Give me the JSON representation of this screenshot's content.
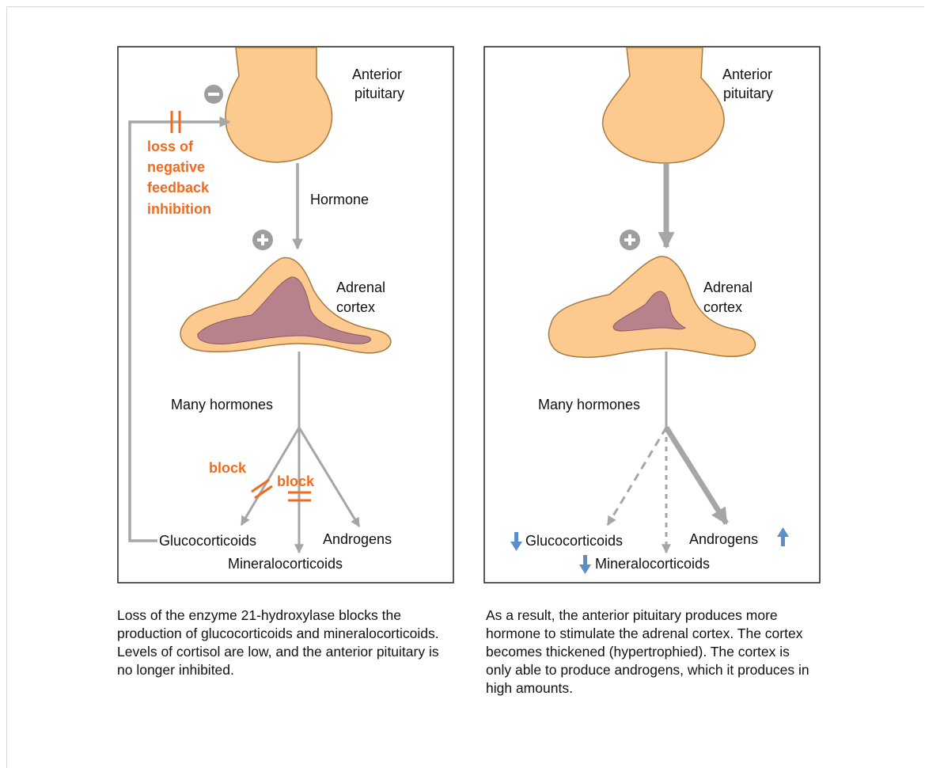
{
  "left_panel": {
    "label_pituitary": [
      "Anterior",
      "pituitary"
    ],
    "label_hormone": "Hormone",
    "label_adrenal": [
      "Adrenal",
      "cortex"
    ],
    "label_many": "Many hormones",
    "label_feedback": [
      "loss of",
      "negative",
      "feedback",
      "inhibition"
    ],
    "label_block1": "block",
    "label_block2": "block",
    "label_gluco": "Glucocorticoids",
    "label_mineralo": "Mineralocorticoids",
    "label_andro": "Androgens",
    "caption": "Loss of the enzyme 21-hydroxylase blocks the production of glucocorticoids and mineralocorticoids. Levels of cortisol are low, and the anterior pituitary is no longer inhibited."
  },
  "right_panel": {
    "label_pituitary": [
      "Anterior",
      "pituitary"
    ],
    "label_adrenal": [
      "Adrenal",
      "cortex"
    ],
    "label_many": "Many hormones",
    "label_gluco": "Glucocorticoids",
    "label_mineralo": "Mineralocorticoids",
    "label_andro": "Androgens",
    "caption": "As a result, the anterior pituitary produces more hormone to stimulate the adrenal cortex. The cortex becomes thickened (hypertrophied). The cortex is only able to produce androgens, which it produces in high amounts."
  },
  "colors": {
    "gland_fill": "#fcc98f",
    "gland_stroke": "#a87a3c",
    "medulla_fill": "#b8828c",
    "arrow": "#a6a6a6",
    "feedback_text": "#f26b1d",
    "trend_arrow": "#5b8fc9"
  }
}
